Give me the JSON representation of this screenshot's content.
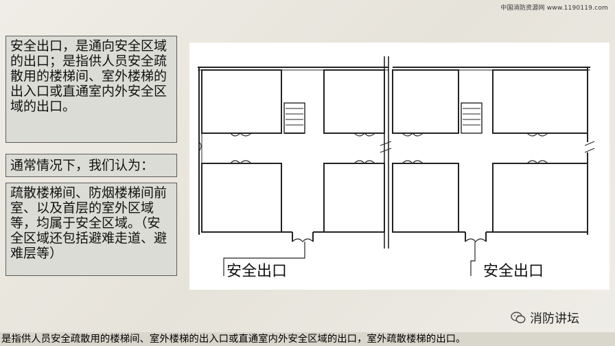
{
  "header": {
    "watermark": "中国消防资源网  www.1190119.com"
  },
  "textboxes": {
    "definition": "安全出口，是通向安全区域的出口；是指供人员安全疏散用的楼梯间、室外楼梯的出入口或直通室内外安全区域的出口。",
    "intro": "通常情况下，我们认为：",
    "examples": "疏散楼梯间、防烟楼梯间前室、以及首层的室外区域等，均属于安全区域。（安全区域还包括避难走道、避难层等）"
  },
  "plan": {
    "exit_label_left": "安全出口",
    "exit_label_right": "安全出口"
  },
  "brand": {
    "name": "消防讲坛",
    "icon": "wechat-icon"
  },
  "footer": {
    "caption": "是指供人员安全疏散用的楼梯间、室外楼梯的出入口或直通室内外安全区域的出口，室外疏散楼梯的出口。"
  }
}
